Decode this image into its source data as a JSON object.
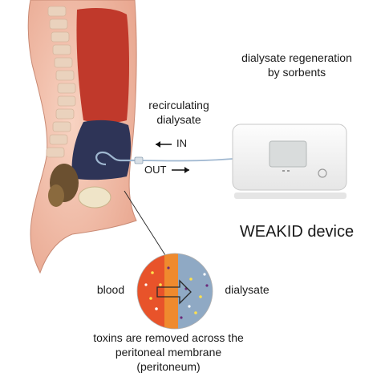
{
  "labels": {
    "regeneration_line1": "dialysate regeneration",
    "regeneration_line2": "by sorbents",
    "recirculating_line1": "recirculating",
    "recirculating_line2": "dialysate",
    "in": "IN",
    "out": "OUT",
    "device": "WEAKID device",
    "blood": "blood",
    "dialysate": "dialysate",
    "caption_line1": "toxins are removed across the",
    "caption_line2": "peritoneal membrane",
    "caption_line3": "(peritoneum)"
  },
  "colors": {
    "skin": "#f3c2ad",
    "skin_edge": "#c98a74",
    "liver_red": "#c0392b",
    "spine": "#e7cbb4",
    "cavity": "#2e3457",
    "bowel": "#6b5030",
    "blood": "#e8532a",
    "dialysate": "#8fa9c4",
    "device_body": "#f4f4f4",
    "device_screen": "#d9dcdc",
    "tube": "#9fb7d0"
  },
  "icons": {
    "in_arrow": "left-arrow-icon",
    "out_arrow": "right-arrow-icon",
    "power": "power-button-icon",
    "membrane_arrow": "right-arrow-icon"
  }
}
